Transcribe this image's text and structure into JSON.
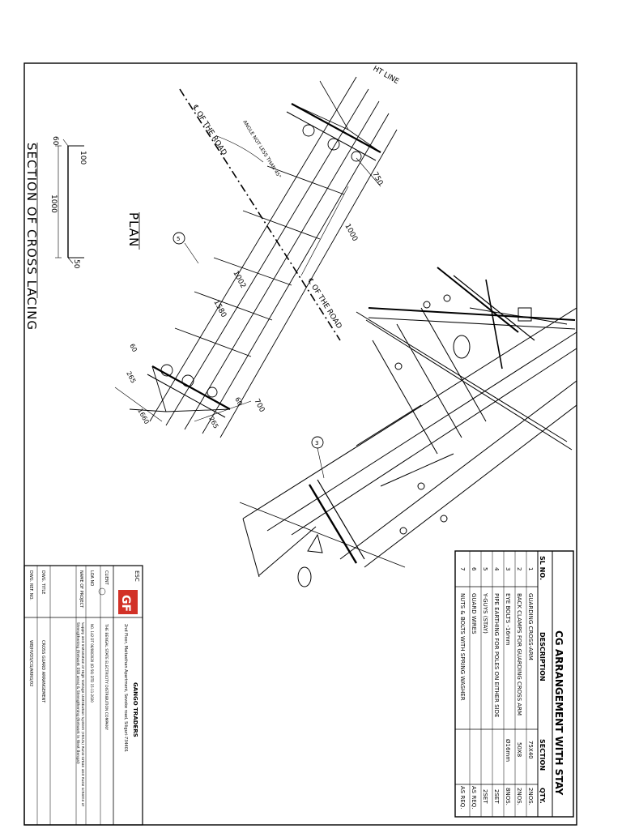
{
  "section_title": "SECTION OF CROSS LACING",
  "plan_label": "PLAN",
  "cross_lacing_dims": {
    "d60": "60",
    "d1000": "1000",
    "d50": "50",
    "d100": "100"
  },
  "plan": {
    "ht_line": "HT LINE",
    "road_center_top": "℄ OF THE ROAD",
    "road_center_bottom": "℄ OF THE ROAD",
    "angle_note": "ANGLE NOT LESS THAN 45°",
    "dims": [
      "750",
      "1000",
      "1002",
      "1580",
      "60",
      "265",
      "1660",
      "700",
      "60",
      "265"
    ],
    "callouts": [
      "5",
      "3"
    ]
  },
  "table": {
    "title": "CG ARRANGEMENT WITH STAY",
    "headers": [
      "SL NO.",
      "DESCRIPTION",
      "SECTION",
      "QTY."
    ],
    "rows": [
      {
        "sl": "1",
        "desc": "GUARDING CROSS-ARM",
        "section": "75X40",
        "qty": "2NOS."
      },
      {
        "sl": "2",
        "desc": "BACK CLAMPS FOR GUARDING CROSS ARM",
        "section": "50X8",
        "qty": "2NOS."
      },
      {
        "sl": "3",
        "desc": "EYE BOLTS -16mm",
        "section": "Ø16mm",
        "qty": "8NOS."
      },
      {
        "sl": "4",
        "desc": "PIPE EARTHING FOR POLES ON EITHER SIDE",
        "section": "",
        "qty": "2SET"
      },
      {
        "sl": "5",
        "desc": "Y-GUYS (STAY)",
        "section": "",
        "qty": "2SET"
      },
      {
        "sl": "6",
        "desc": "GUARD WIRES",
        "section": "",
        "qty": "AS REQ."
      },
      {
        "sl": "7",
        "desc": "NUTS & BOLTS WITH SPRING WASHER",
        "section": "",
        "qty": "AS REQ."
      }
    ]
  },
  "title_block": {
    "esc": "ESC",
    "logo": "GF",
    "company": "GANGO TRADERS",
    "address": "2nd Floor, Maitasthan Apartment, Sevoke road, Siliguri-734401",
    "client_label": "CLIENT",
    "client": "THE BENGAL STATE ELECTRICITY DISTRIBUTION COMPANY",
    "loa_label": "LOA NO",
    "loa": "NO. 142 DT 06/08/2020 (ID-56) DTD 15-11-2020",
    "name_label": "NAME OF PROJECT",
    "name": "Supply and Installation of High Voltage Distribution System (HVDS) Rural-Urban and Rural scheme of Strengthening (Network ESB area) & Strengthening (Network In West Bengal)",
    "dwg_title_label": "DWG. TITLE",
    "dwg_title": "CROSS GUARD ARRANGEMENT",
    "dwg_ref_label": "DWG. REF. NO.",
    "dwg_ref": "WB/HVDS/CG/ARRG/02"
  }
}
